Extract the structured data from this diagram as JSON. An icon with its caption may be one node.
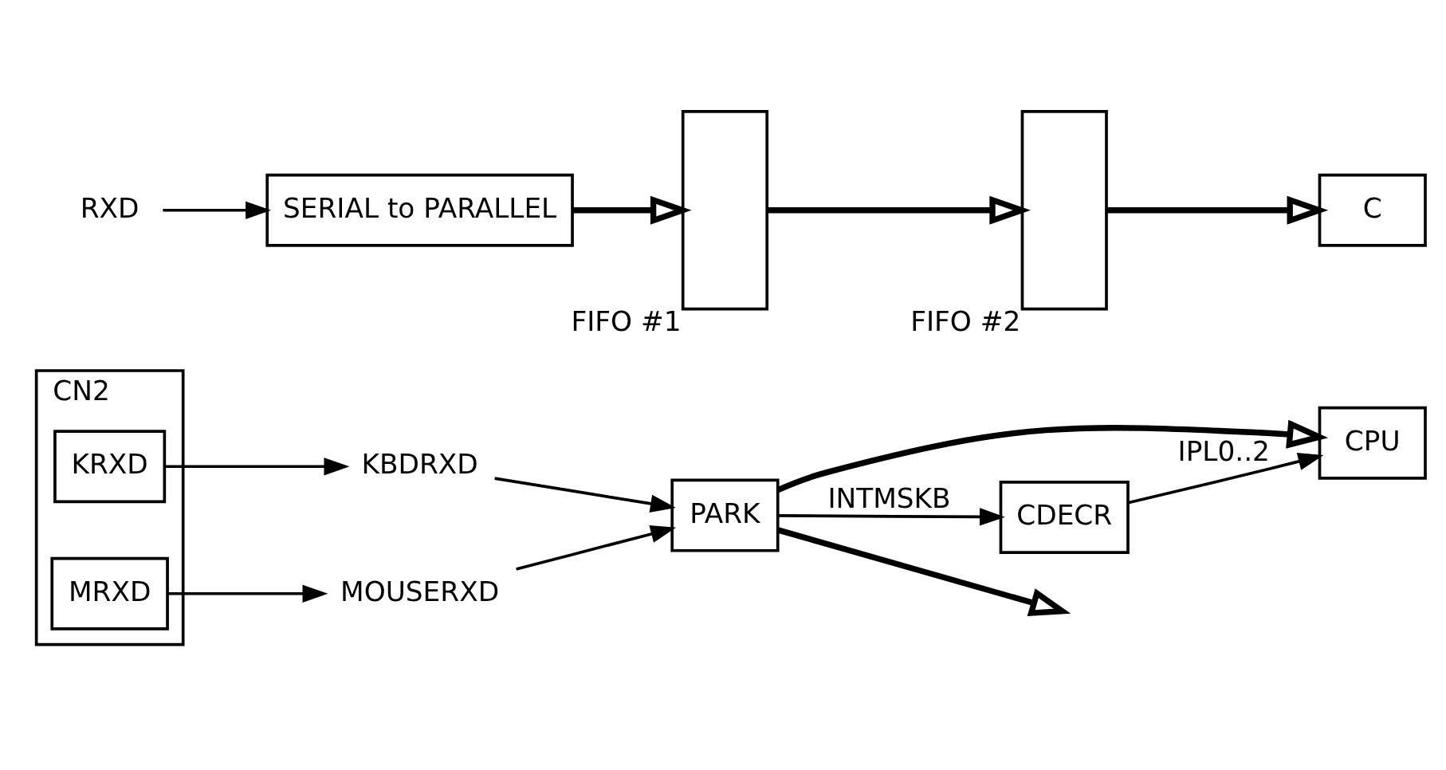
{
  "diagram": {
    "nodes": [
      {
        "text": [
          "CN2"
        ]
      },
      {
        "text": [
          "KRXD"
        ],
        "in": 0
      },
      {
        "text": [
          "MRXD"
        ],
        "in": 0
      },
      {
        "text": [
          "KBDRXD"
        ]
      },
      {
        "text": [
          "MOUSERXD"
        ]
      },
      {
        "text": [
          "PARK"
        ]
      },
      {
        "text": [
          "CPU"
        ]
      },
      {
        "text": [
          "CDECR"
        ]
      },
      {
        "text": [
          "RXD"
        ]
      },
      {
        "text": [
          "SERIAL to PARALLEL"
        ]
      },
      {
        "text": [
          "FIFO #1"
        ]
      },
      {
        "text": [
          "FIFO #2"
        ]
      },
      {
        "text": [
          "C"
        ]
      }
    ],
    "edges": [
      {
        "from": 1,
        "to": 3,
        "arrow": "to"
      },
      {
        "from": 2,
        "to": 4,
        "arrow": "to"
      },
      {
        "from": 3,
        "to": 5,
        "arrow": "to"
      },
      {
        "from": 4,
        "to": 5,
        "arrow": "to"
      },
      {
        "from": 5,
        "to": 6,
        "arrow": "to",
        "style": "thick"
      },
      {
        "from": 5,
        "to": 7,
        "arrow": "to",
        "label": "INTMSKB"
      },
      {
        "from": 7,
        "to": 6,
        "arrow": "to",
        "label": "IPL0..2"
      },
      {
        "from": 5,
        "to": null,
        "arrow": "to",
        "style": "thick"
      },
      {
        "from": 8,
        "to": 9,
        "arrow": "to"
      },
      {
        "from": 9,
        "to": 10,
        "arrow": "to",
        "style": "thick"
      },
      {
        "from": 10,
        "to": 11,
        "arrow": "to",
        "style": "thick"
      },
      {
        "from": 11,
        "to": 12,
        "arrow": "to",
        "style": "thick"
      }
    ]
  }
}
